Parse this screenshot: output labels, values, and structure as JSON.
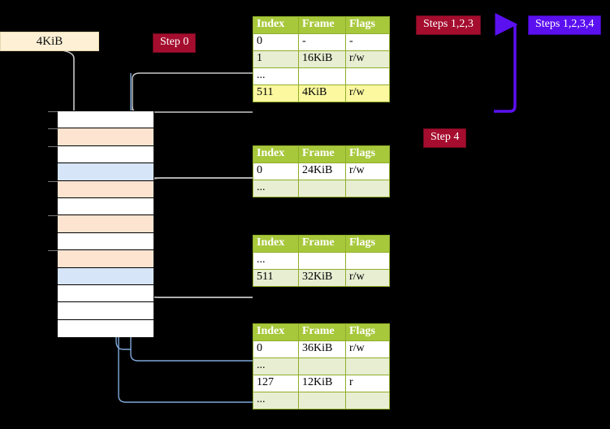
{
  "frame_box": {
    "label": "4KiB"
  },
  "badges": {
    "step0": "Step 0",
    "steps123": "Steps 1,2,3",
    "steps1234": "Steps 1,2,3,4",
    "step4": "Step 4"
  },
  "colors": {
    "header_green": "#a8c83c",
    "row_alt_green": "#e8eed2",
    "highlight_yellow": "#fbf8a0",
    "badge_red": "#a50d2e",
    "badge_blue": "#5b10f0",
    "mem_peach": "#fce4d0",
    "mem_blue": "#d6e5f7",
    "frame_box_bg": "#fdf0d5",
    "connector_gray": "#b9b9b9",
    "connector_blue": "#7fa8d8"
  },
  "table_headers": [
    "Index",
    "Frame",
    "Flags"
  ],
  "tables": [
    {
      "name": "page-table-1",
      "rows": [
        {
          "index": "0",
          "frame": "-",
          "flags": "-",
          "style": "plain",
          "highlight": false
        },
        {
          "index": "1",
          "frame": "16KiB",
          "flags": "r/w",
          "style": "alt",
          "highlight": false
        },
        {
          "index": "...",
          "frame": "",
          "flags": "",
          "style": "plain",
          "highlight": false
        },
        {
          "index": "511",
          "frame": "4KiB",
          "flags": "r/w",
          "style": "alt",
          "highlight": true
        }
      ]
    },
    {
      "name": "page-table-2",
      "rows": [
        {
          "index": "0",
          "frame": "24KiB",
          "flags": "r/w",
          "style": "plain",
          "highlight": false
        },
        {
          "index": "...",
          "frame": "",
          "flags": "",
          "style": "alt",
          "highlight": false
        }
      ]
    },
    {
      "name": "page-table-3",
      "rows": [
        {
          "index": "...",
          "frame": "",
          "flags": "",
          "style": "plain",
          "highlight": false
        },
        {
          "index": "511",
          "frame": "32KiB",
          "flags": "r/w",
          "style": "alt",
          "highlight": false
        }
      ]
    },
    {
      "name": "page-table-4",
      "rows": [
        {
          "index": "0",
          "frame": "36KiB",
          "flags": "r/w",
          "style": "plain",
          "highlight": false
        },
        {
          "index": "...",
          "frame": "",
          "flags": "",
          "style": "alt",
          "highlight": false
        },
        {
          "index": "127",
          "frame": "12KiB",
          "flags": "r",
          "style": "plain",
          "highlight": false
        },
        {
          "index": "...",
          "frame": "",
          "flags": "",
          "style": "alt",
          "highlight": false
        }
      ]
    }
  ],
  "memory_column": {
    "name": "physical-memory-column",
    "rows": [
      {
        "fill": "white",
        "tick": true
      },
      {
        "fill": "peach",
        "tick": true
      },
      {
        "fill": "white",
        "tick": true
      },
      {
        "fill": "blue",
        "tick": false
      },
      {
        "fill": "peach",
        "tick": true
      },
      {
        "fill": "white",
        "tick": false
      },
      {
        "fill": "peach",
        "tick": true
      },
      {
        "fill": "white",
        "tick": false
      },
      {
        "fill": "peach",
        "tick": true
      },
      {
        "fill": "blue",
        "tick": false
      },
      {
        "fill": "white",
        "tick": false
      },
      {
        "fill": "white",
        "tick": false
      },
      {
        "fill": "white",
        "tick": false
      }
    ]
  }
}
